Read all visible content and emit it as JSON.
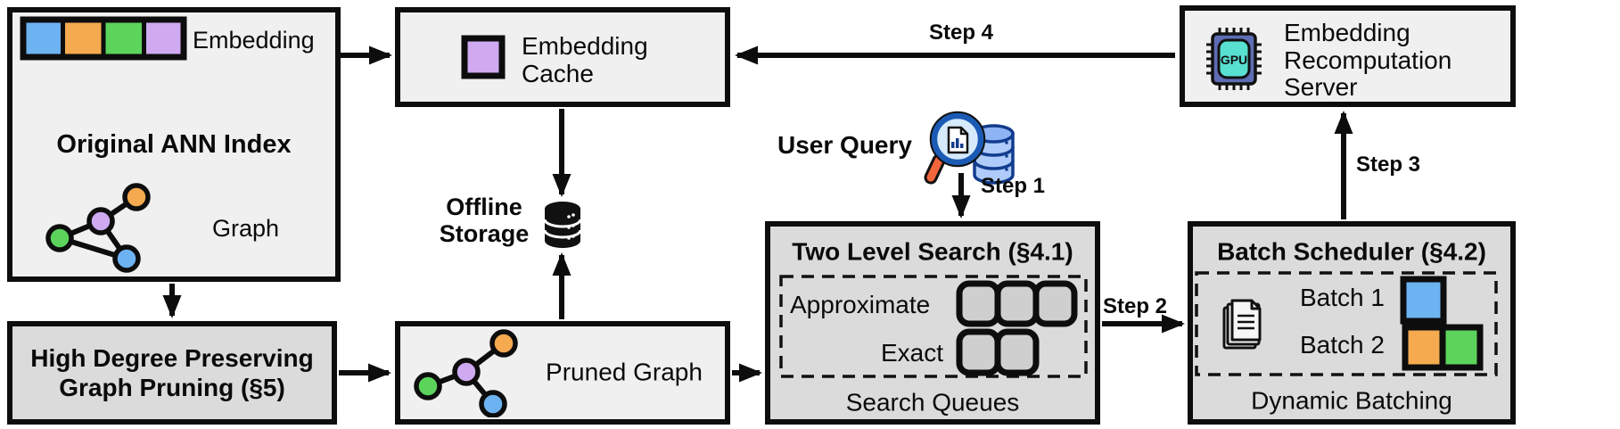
{
  "diagram": {
    "original_index": {
      "embedding_label": "Embedding",
      "title": "Original ANN Index",
      "graph_label": "Graph"
    },
    "embedding_cache": {
      "line1": "Embedding",
      "line2": "Cache"
    },
    "recompute_server": {
      "line1": "Embedding",
      "line2": "Recomputation",
      "line3": "Server",
      "gpu_label": "GPU"
    },
    "offline_storage": {
      "line1": "Offline",
      "line2": "Storage"
    },
    "user_query": {
      "label": "User Query"
    },
    "two_level_search": {
      "title": "Two Level Search (§4.1)",
      "approximate_label": "Approximate",
      "exact_label": "Exact",
      "approximate_slots": 3,
      "exact_slots": 2,
      "caption": "Search Queues"
    },
    "batch_scheduler": {
      "title": "Batch Scheduler (§4.2)",
      "batch1_label": "Batch 1",
      "batch2_label": "Batch 2",
      "batch1_squares": 1,
      "batch2_squares": 2,
      "caption": "Dynamic Batching"
    },
    "graph_pruning": {
      "line1": "High Degree Preserving",
      "line2": "Graph Pruning (§5)"
    },
    "pruned_graph": {
      "label": "Pruned Graph"
    },
    "steps": {
      "step1": "Step 1",
      "step2": "Step 2",
      "step3": "Step 3",
      "step4": "Step 4"
    },
    "colors": {
      "blue": "#6db3f2",
      "orange": "#f5aa50",
      "green": "#5cd45c",
      "purple": "#cfaaf0",
      "box_light": "#f0f0f0",
      "box_dark": "#dbdbdb",
      "slot_gray": "#cfcfcf",
      "gpu_chip_body": "#5e6db3",
      "gpu_chip_core": "#58e0d0",
      "db_icon_light": "#aecbfa",
      "db_icon_mid": "#8fb4f5",
      "db_icon_dark": "#123c8c",
      "magnifier_ring": "#1b5bb5",
      "magnifier_lens": "#d6eafb",
      "magnifier_handle": "#f2663c"
    }
  }
}
